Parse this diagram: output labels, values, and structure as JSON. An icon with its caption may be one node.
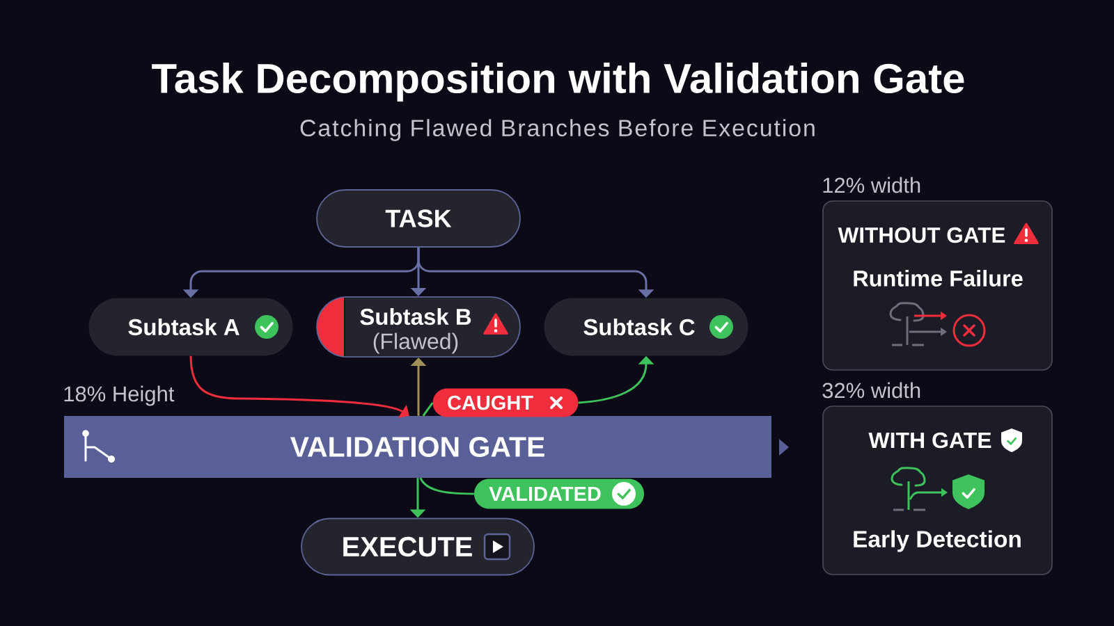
{
  "diagram": {
    "title": "Task Decomposition with Validation Gate",
    "nodes": [
      {
        "text": [
          "TASK"
        ]
      },
      {
        "text": [
          "Subtask A"
        ]
      },
      {
        "text": [
          "Subtask B",
          "(Flawed)"
        ]
      },
      {
        "text": [
          "Subtask C"
        ]
      },
      {
        "text": [
          "VALIDATION GATE"
        ],
        "beside": [
          "18% Height"
        ]
      },
      {
        "text": [
          "CAUGHT"
        ]
      },
      {
        "text": [
          "VALIDATED"
        ]
      },
      {
        "text": [
          "EXECUTE"
        ]
      },
      {
        "text": [
          "WITHOUT GATE",
          "Runtime Failure"
        ],
        "beside": [
          "12% width"
        ]
      },
      {
        "text": [
          "WITH GATE",
          "Early Detection"
        ],
        "beside": [
          "32% width"
        ]
      }
    ],
    "edges": [
      {
        "from": 0,
        "to": 1,
        "arrow": "to"
      },
      {
        "from": 0,
        "to": 2,
        "arrow": "to"
      },
      {
        "from": 0,
        "to": 3,
        "arrow": "to"
      },
      {
        "from": 1,
        "to": 4,
        "arrow": "to",
        "color": "#ef2d3d"
      },
      {
        "from": 4,
        "to": 2,
        "arrow": "to",
        "color": "#a0915a"
      },
      {
        "from": 4,
        "to": 5,
        "arrow": "none",
        "color": "#3ec35c"
      },
      {
        "from": 5,
        "to": 3,
        "arrow": "to",
        "color": "#3ec35c"
      },
      {
        "from": 4,
        "to": 7,
        "arrow": "to",
        "color": "#3ec35c"
      },
      {
        "from": 4,
        "to": 6,
        "arrow": "none",
        "color": "#3ec35c"
      }
    ],
    "labels": [
      "Catching Flawed Branches Before Execution"
    ]
  }
}
